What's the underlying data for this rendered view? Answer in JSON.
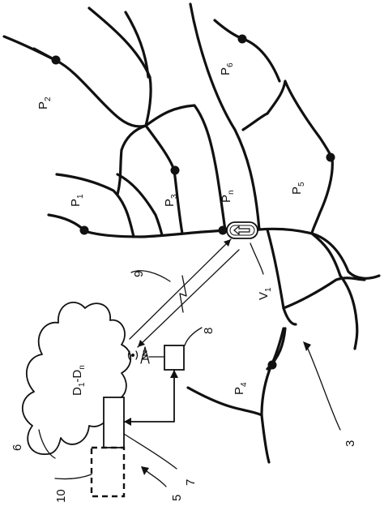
{
  "points": {
    "p1": {
      "letter": "P",
      "index": "1"
    },
    "p2": {
      "letter": "P",
      "index": "2"
    },
    "p3": {
      "letter": "P",
      "index": "3"
    },
    "p4": {
      "letter": "P",
      "index": "4"
    },
    "p5": {
      "letter": "P",
      "index": "5"
    },
    "p6": {
      "letter": "P",
      "index": "6"
    },
    "pn": {
      "letter": "P",
      "index": "n"
    }
  },
  "vehicle": {
    "letter": "V",
    "index": "1"
  },
  "cloud": {
    "d1": "D",
    "i1": "1",
    "dash": "-D",
    "in": "n"
  },
  "refs": {
    "cloud": "6",
    "server": "7",
    "tower_unit": "8",
    "wireless": "9",
    "storage": "10",
    "system": "5",
    "road_network": "3"
  }
}
